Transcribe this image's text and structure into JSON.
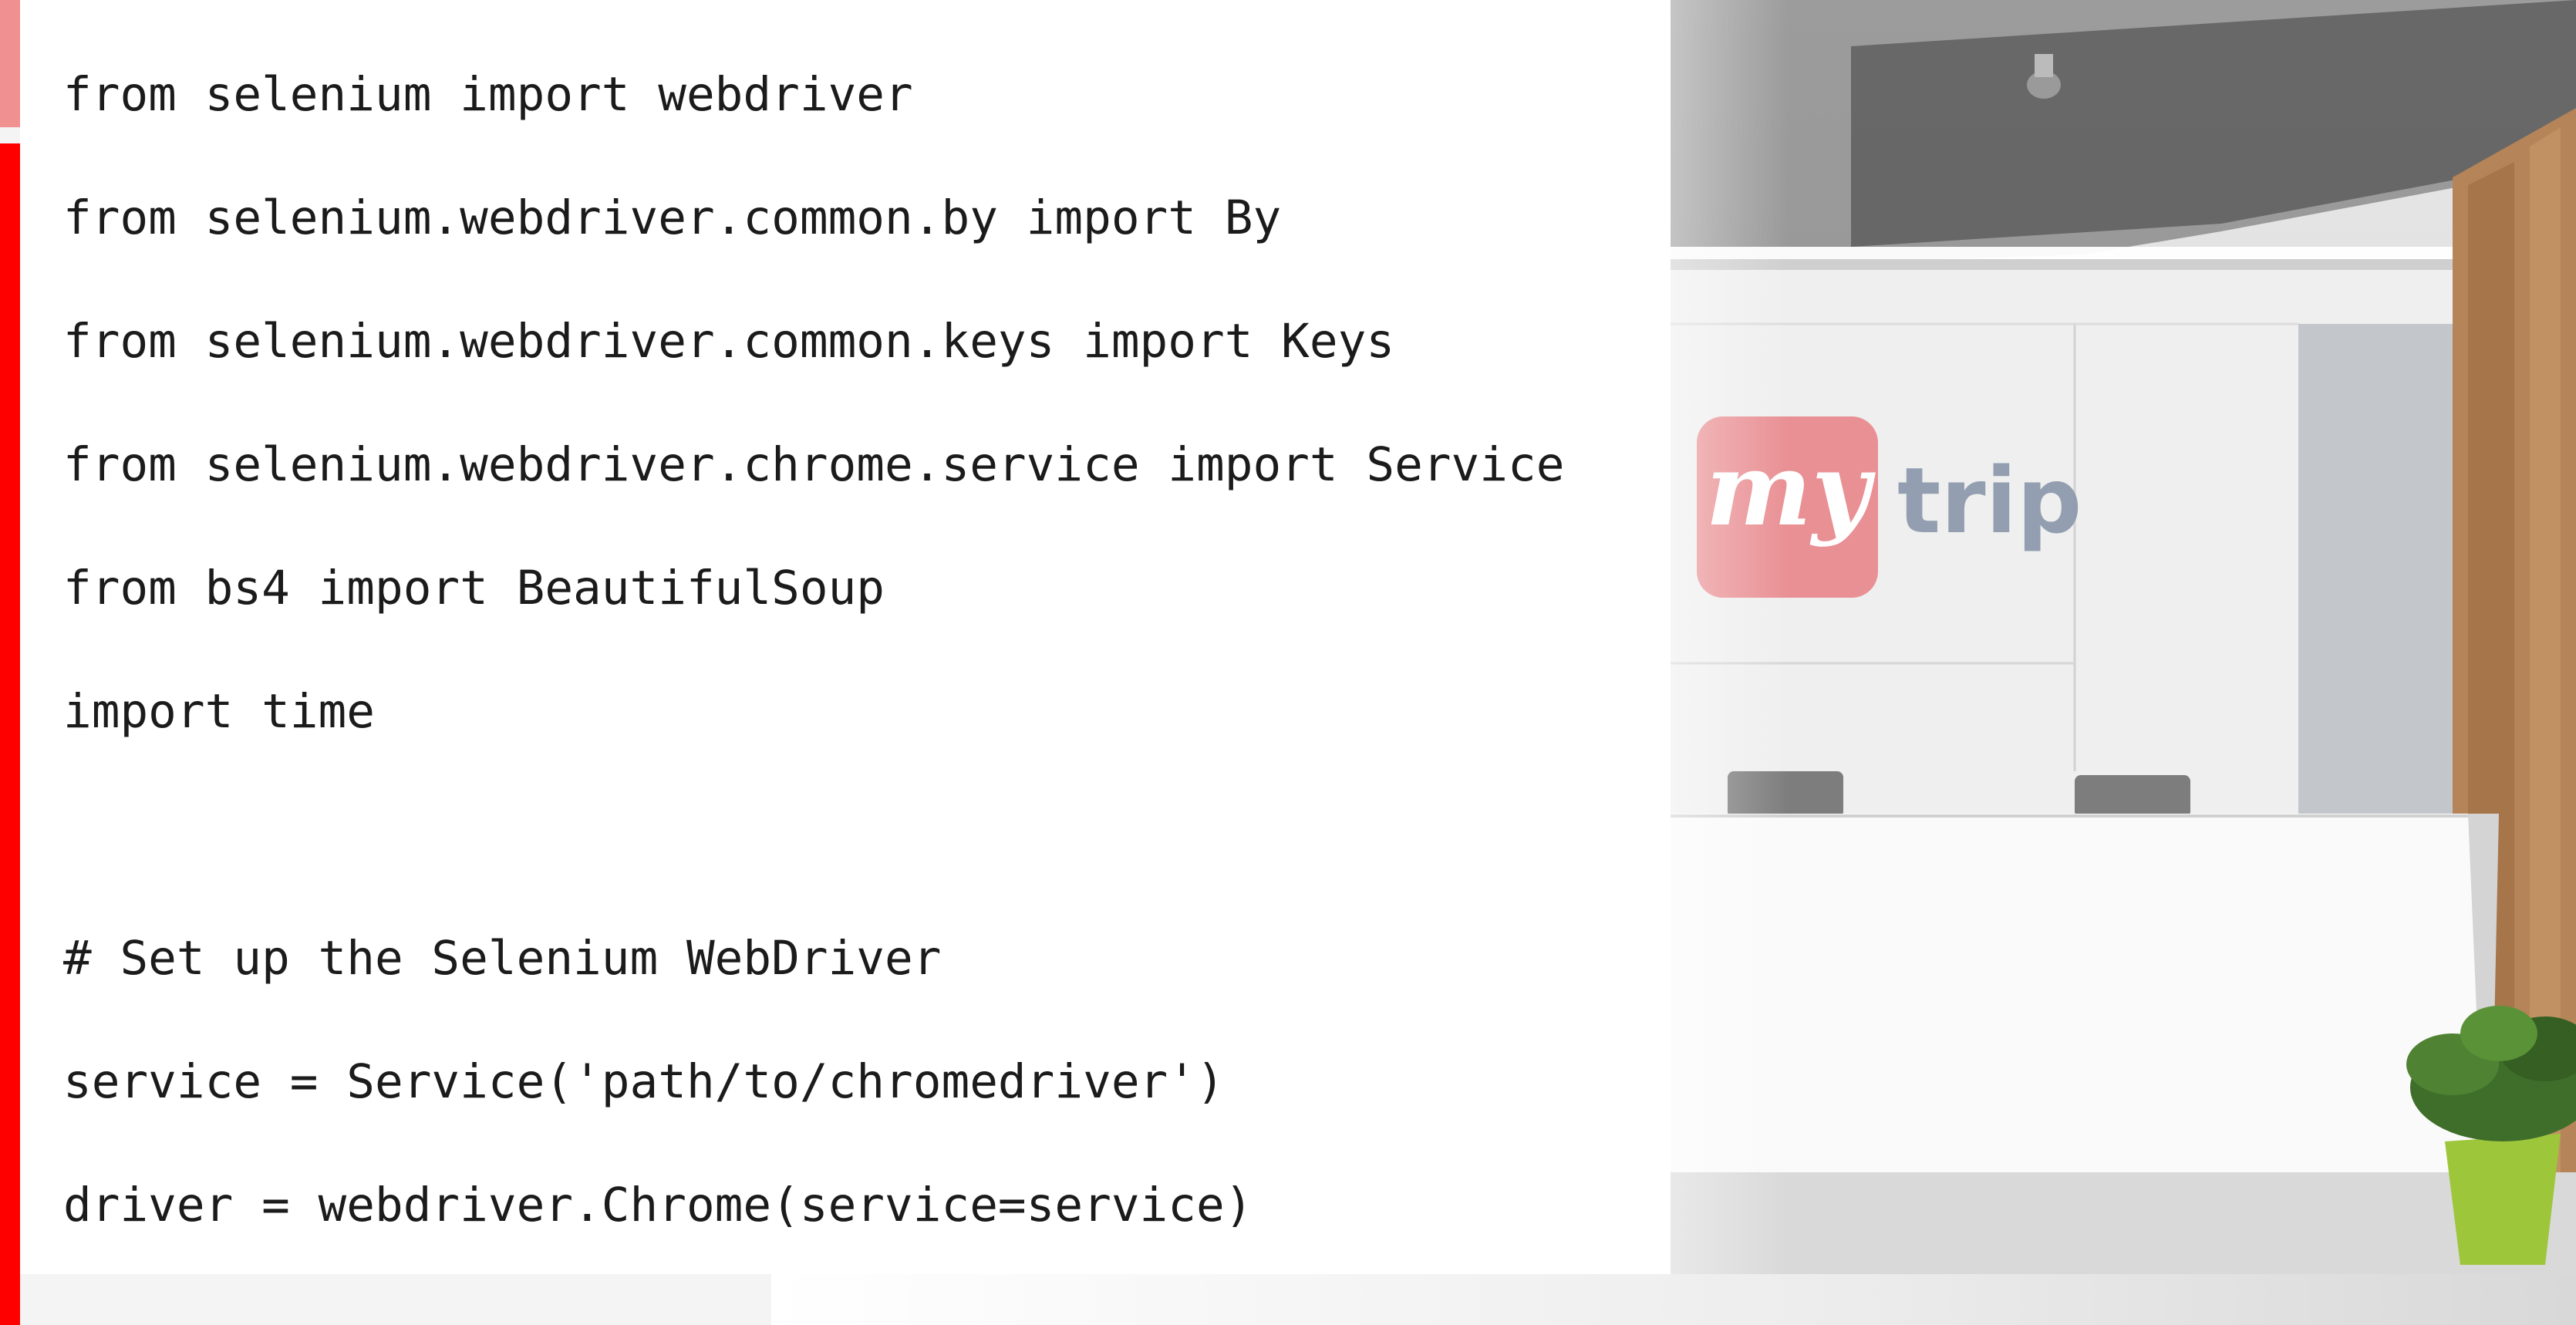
{
  "slide": {
    "code_lines": [
      "from selenium import webdriver",
      "from selenium.webdriver.common.by import By",
      "from selenium.webdriver.common.keys import Keys",
      "from selenium.webdriver.chrome.service import Service",
      "from bs4 import BeautifulSoup",
      "import time",
      "",
      "# Set up the Selenium WebDriver",
      "service = Service('path/to/chromedriver')",
      "driver = webdriver.Chrome(service=service)"
    ],
    "photo": {
      "sign_logo_text": "my",
      "sign_text": "trip"
    }
  },
  "colors": {
    "accent_red": "#ff0000",
    "accent_pink": "#f09090",
    "code_text": "#1b1b1b",
    "panel_bg": "#ffffff",
    "logo_red": "#e8858a"
  },
  "icons": [
    "potted-plant-icon",
    "ceiling-camera-icon"
  ]
}
